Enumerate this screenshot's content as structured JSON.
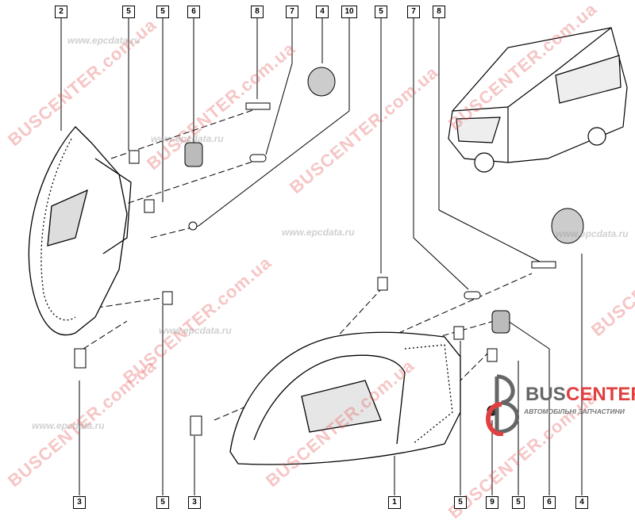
{
  "callouts": {
    "top": [
      "2",
      "5",
      "5",
      "6",
      "8",
      "7",
      "4",
      "10",
      "5",
      "7",
      "8"
    ],
    "bottom": [
      "3",
      "5",
      "3",
      "1",
      "5",
      "9",
      "5",
      "6",
      "4"
    ]
  },
  "watermarks": {
    "brand": "BUSCENTER.com.ua",
    "site": "www.epcdata.ru"
  },
  "logo": {
    "name_part1": "BUS",
    "name_part2": "CENTER",
    "tagline": "АВТОМОБІЛЬНІ ЗАПЧАСТИНИ"
  },
  "colors": {
    "brand_red": "#e04040",
    "brand_grey": "#666666"
  }
}
